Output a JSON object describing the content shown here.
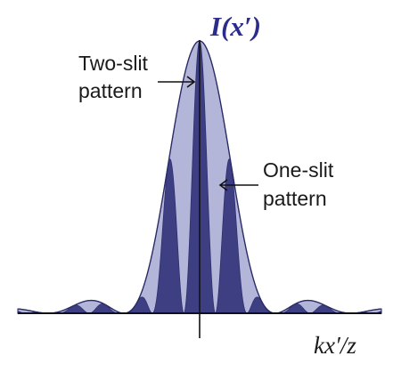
{
  "chart_data": {
    "type": "area",
    "ylabel": "I(x′)",
    "xlabel": "kx′/z",
    "annotations": {
      "two_slit": [
        "Two-slit",
        "pattern"
      ],
      "one_slit": [
        "One-slit",
        "pattern"
      ]
    },
    "series": [
      {
        "key": "one_slit",
        "envelope": "sinc^2",
        "color": "#b3b5d9"
      },
      {
        "key": "two_slit",
        "envelope": "sinc^2 * cos^2",
        "color": "#3d3f82"
      }
    ],
    "single_slit_zero_spacing": 2,
    "fringes_per_envelope_lobe": 2.4,
    "xlim": [
      -4.8,
      4.8
    ],
    "ylim": [
      0,
      1
    ],
    "central_peak_height": 1
  }
}
